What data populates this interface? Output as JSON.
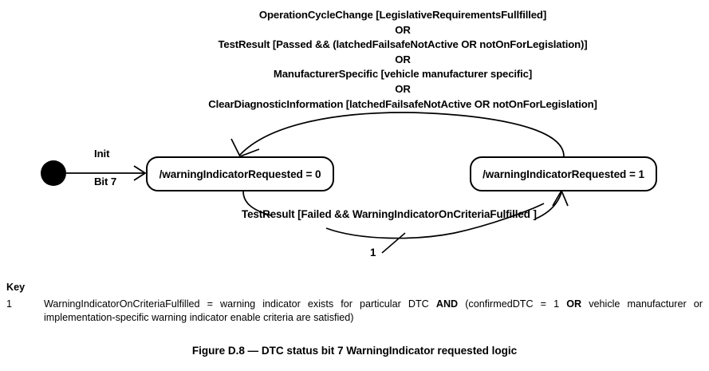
{
  "diagram": {
    "top_condition_lines": [
      "OperationCycleChange [LegislativeRequirementsFullfilled]",
      "OR",
      "TestResult [Passed && (latchedFailsafeNotActive OR notOnForLegislation)]",
      "OR",
      "ManufacturerSpecific [vehicle manufacturer specific]",
      "OR",
      "ClearDiagnosticInformation [latchedFailsafeNotActive OR notOnForLegislation]"
    ],
    "states": [
      {
        "id": "state-off",
        "label": "/warningIndicatorRequested = 0"
      },
      {
        "id": "state-on",
        "label": "/warningIndicatorRequested = 1"
      }
    ],
    "initial_transition": {
      "label_top": "Init",
      "label_bottom": "Bit 7"
    },
    "bottom_transition_label": "TestResult [Failed && WarningIndicatorOnCriteriaFulfilled ]",
    "footnote_marker": "1",
    "stroke_color": "#000000",
    "fill_color": "#ffffff"
  },
  "key": {
    "heading": "Key",
    "entry_number": "1",
    "entry_text_part1": "WarningIndicatorOnCriteriaFulfilled = warning indicator exists for particular DTC ",
    "entry_bold1": "AND",
    "entry_text_part2": " (confirmedDTC = 1 ",
    "entry_bold2": "OR",
    "entry_text_part3": " vehicle manufacturer or implementation-specific warning indicator enable criteria are satisfied)"
  },
  "caption": {
    "text": "Figure D.8 — DTC status bit 7 WarningIndicator requested logic"
  }
}
